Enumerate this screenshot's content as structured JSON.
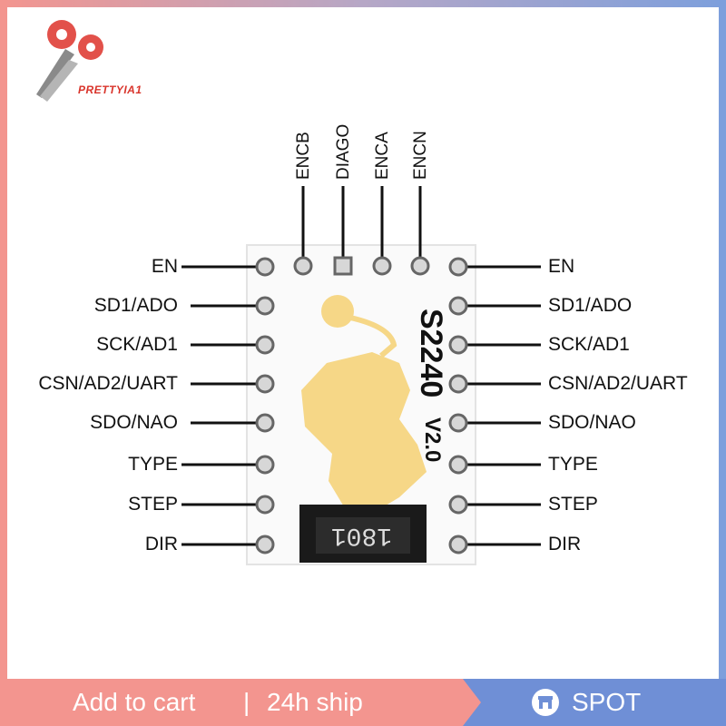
{
  "brand": {
    "name": "PRETTYIA1"
  },
  "chip": {
    "model": "S2240",
    "version": "V2.0",
    "resistor_code": "1801"
  },
  "top_pins": [
    "ENCB",
    "DIAGO",
    "ENCA",
    "ENCN"
  ],
  "left_pins": [
    "EN",
    "SD1/ADO",
    "SCK/AD1",
    "CSN/AD2/UART",
    "SDO/NAO",
    "TYPE",
    "STEP",
    "DIR"
  ],
  "right_pins": [
    "EN",
    "SD1/ADO",
    "SCK/AD1",
    "CSN/AD2/UART",
    "SDO/NAO",
    "TYPE",
    "STEP",
    "DIR"
  ],
  "footer": {
    "cart_label": "Add to cart",
    "separator": "|",
    "ship_label": "24h ship",
    "spot_label": "SPOT"
  },
  "colors": {
    "left_frame": "#f3958f",
    "right_frame": "#7d9fdc",
    "logo_gold": "#f6d787"
  }
}
